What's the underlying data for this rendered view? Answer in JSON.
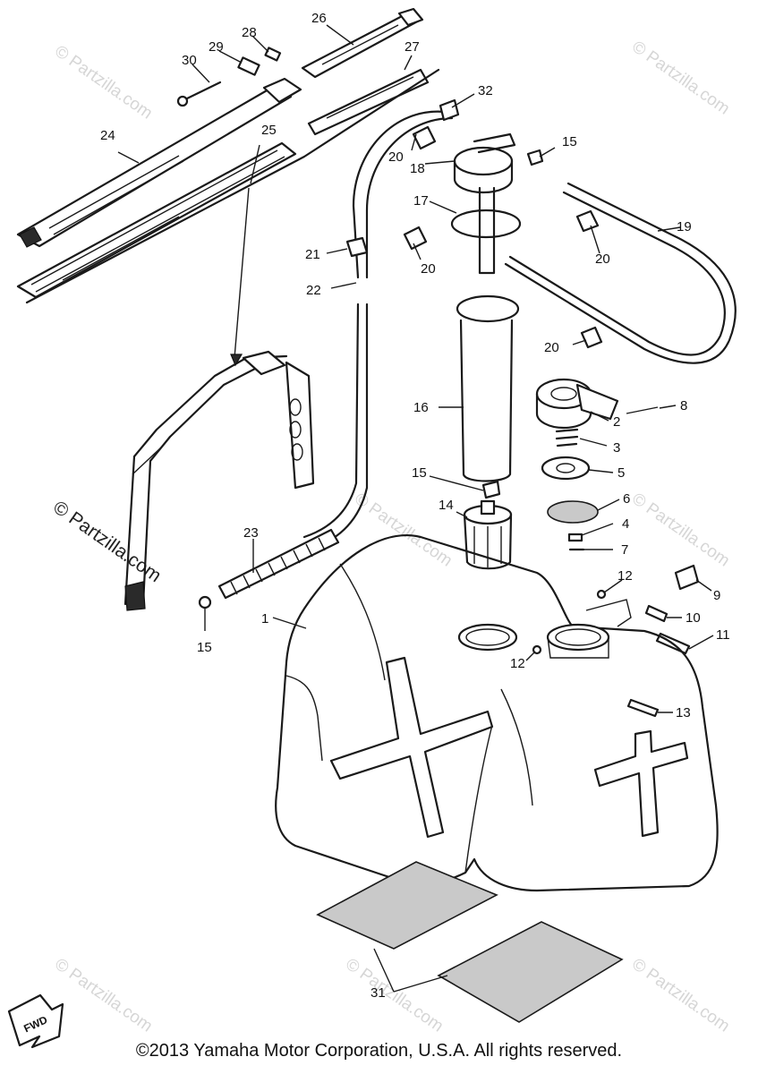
{
  "watermark_text": "© Partzilla.com",
  "fwd_label": "FWD",
  "copyright": "©2013 Yamaha Motor Corporation, U.S.A. All rights reserved.",
  "callouts": [
    "1",
    "2",
    "3",
    "4",
    "5",
    "6",
    "7",
    "8",
    "9",
    "10",
    "11",
    "12",
    "12",
    "13",
    "14",
    "15",
    "15",
    "15",
    "16",
    "17",
    "18",
    "19",
    "20",
    "20",
    "20",
    "20",
    "21",
    "22",
    "23",
    "24",
    "25",
    "26",
    "27",
    "28",
    "29",
    "30",
    "31",
    "32"
  ]
}
